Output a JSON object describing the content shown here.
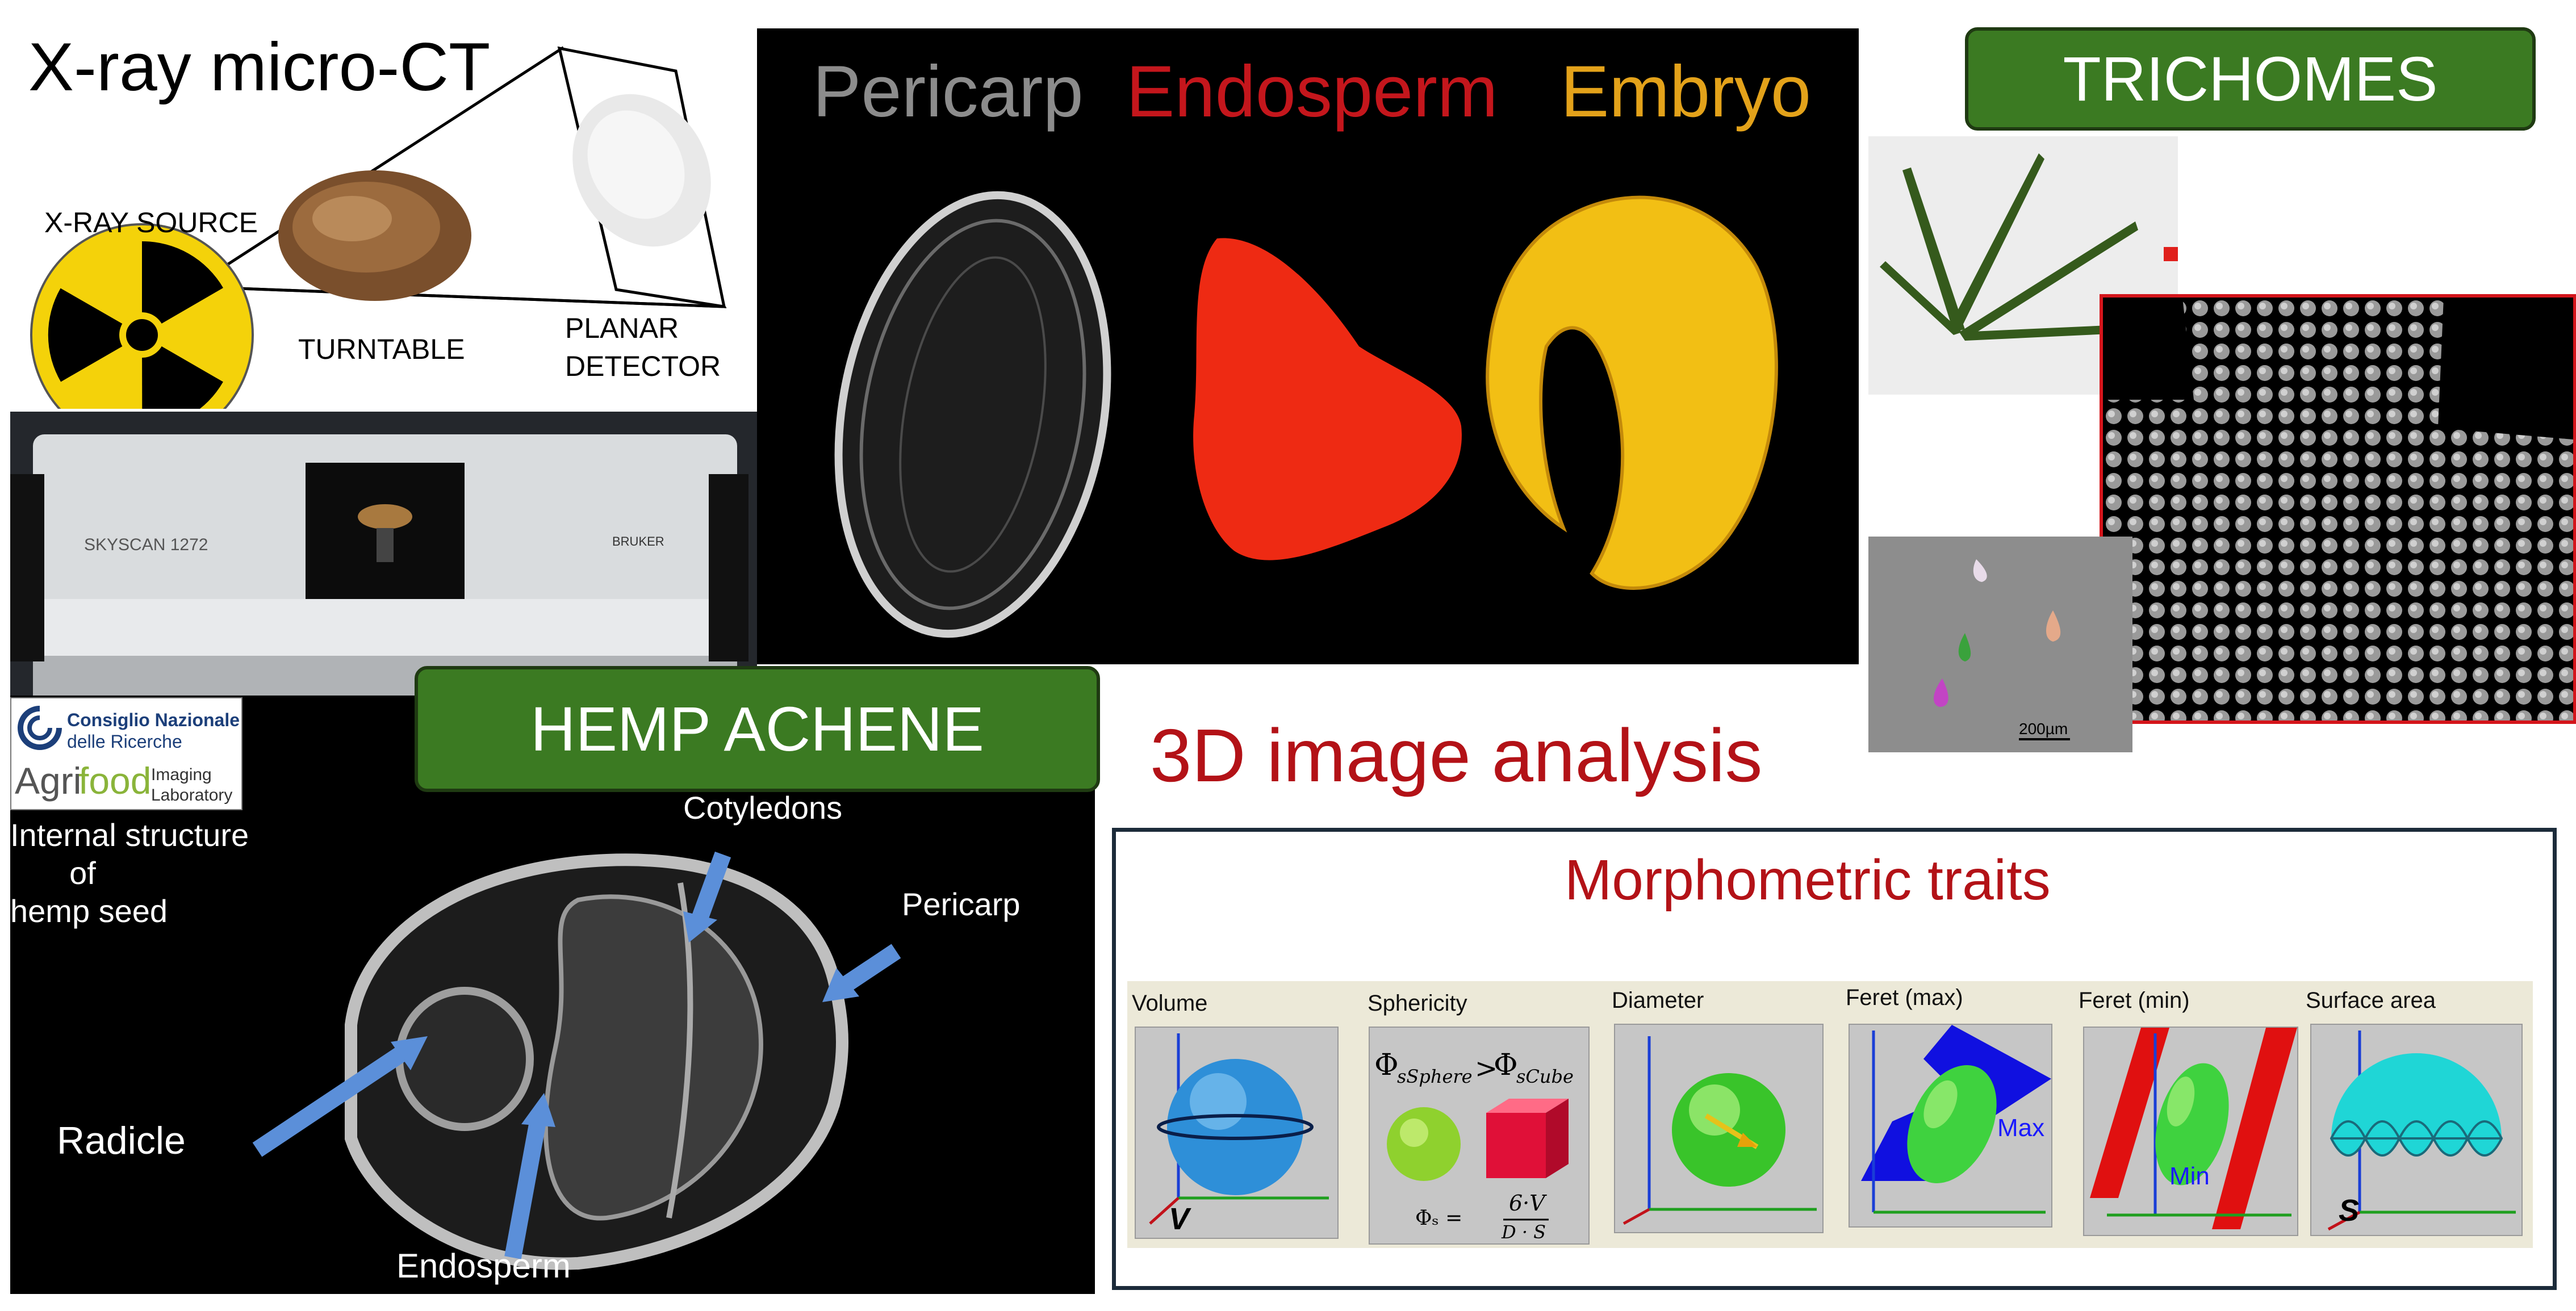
{
  "xray": {
    "title": "X-ray micro-CT",
    "source_label": "X-RAY SOURCE",
    "turntable_label": "TURNTABLE",
    "detector_line1": "PLANAR",
    "detector_line2": "DETECTOR",
    "scanner_brand": "SKYSCAN 1272",
    "scanner_maker": "BRUKER"
  },
  "segmentation": {
    "labels": [
      {
        "text": "Pericarp",
        "color": "#8c8c8c"
      },
      {
        "text": "Endosperm",
        "color": "#c4161c"
      },
      {
        "text": "Embryo",
        "color": "#e3a21a"
      }
    ]
  },
  "trichomes": {
    "title": "TRICHOMES",
    "scale": "200µm"
  },
  "achene": {
    "title": "HEMP ACHENE",
    "caption_line1": "Internal structure",
    "caption_line2": "of",
    "caption_line3": "hemp seed",
    "cotyledons": "Cotyledons",
    "pericarp": "Pericarp",
    "radicle": "Radicle",
    "endosperm": "Endosperm"
  },
  "logo": {
    "line1": "Consiglio Nazionale",
    "line2": "delle Ricerche",
    "agri": "Agri",
    "food": "food",
    "lab1": "Imaging",
    "lab2": "Laboratory"
  },
  "analysis": {
    "title": "3D image analysis"
  },
  "morpho": {
    "title": "Morphometric traits",
    "traits": [
      {
        "label": "Volume",
        "symbol": "V"
      },
      {
        "label": "Sphericity",
        "formula_top_left": "Φ",
        "formula_sub1": "sSphere",
        "formula_gt": ">",
        "formula_sub2": "sCube",
        "formula_eq_left": "Φₛ =",
        "formula_num": "6·V",
        "formula_den": "D · S"
      },
      {
        "label": "Diameter"
      },
      {
        "label": "Feret (max)",
        "tag": "Max"
      },
      {
        "label": "Feret (min)",
        "tag": "Min"
      },
      {
        "label": "Surface area",
        "symbol": "S"
      }
    ]
  },
  "colors": {
    "green": "#3b7a22",
    "dark_red": "#b31217",
    "navy": "#1c2b3a",
    "arrow_blue": "#5b8fd9"
  }
}
